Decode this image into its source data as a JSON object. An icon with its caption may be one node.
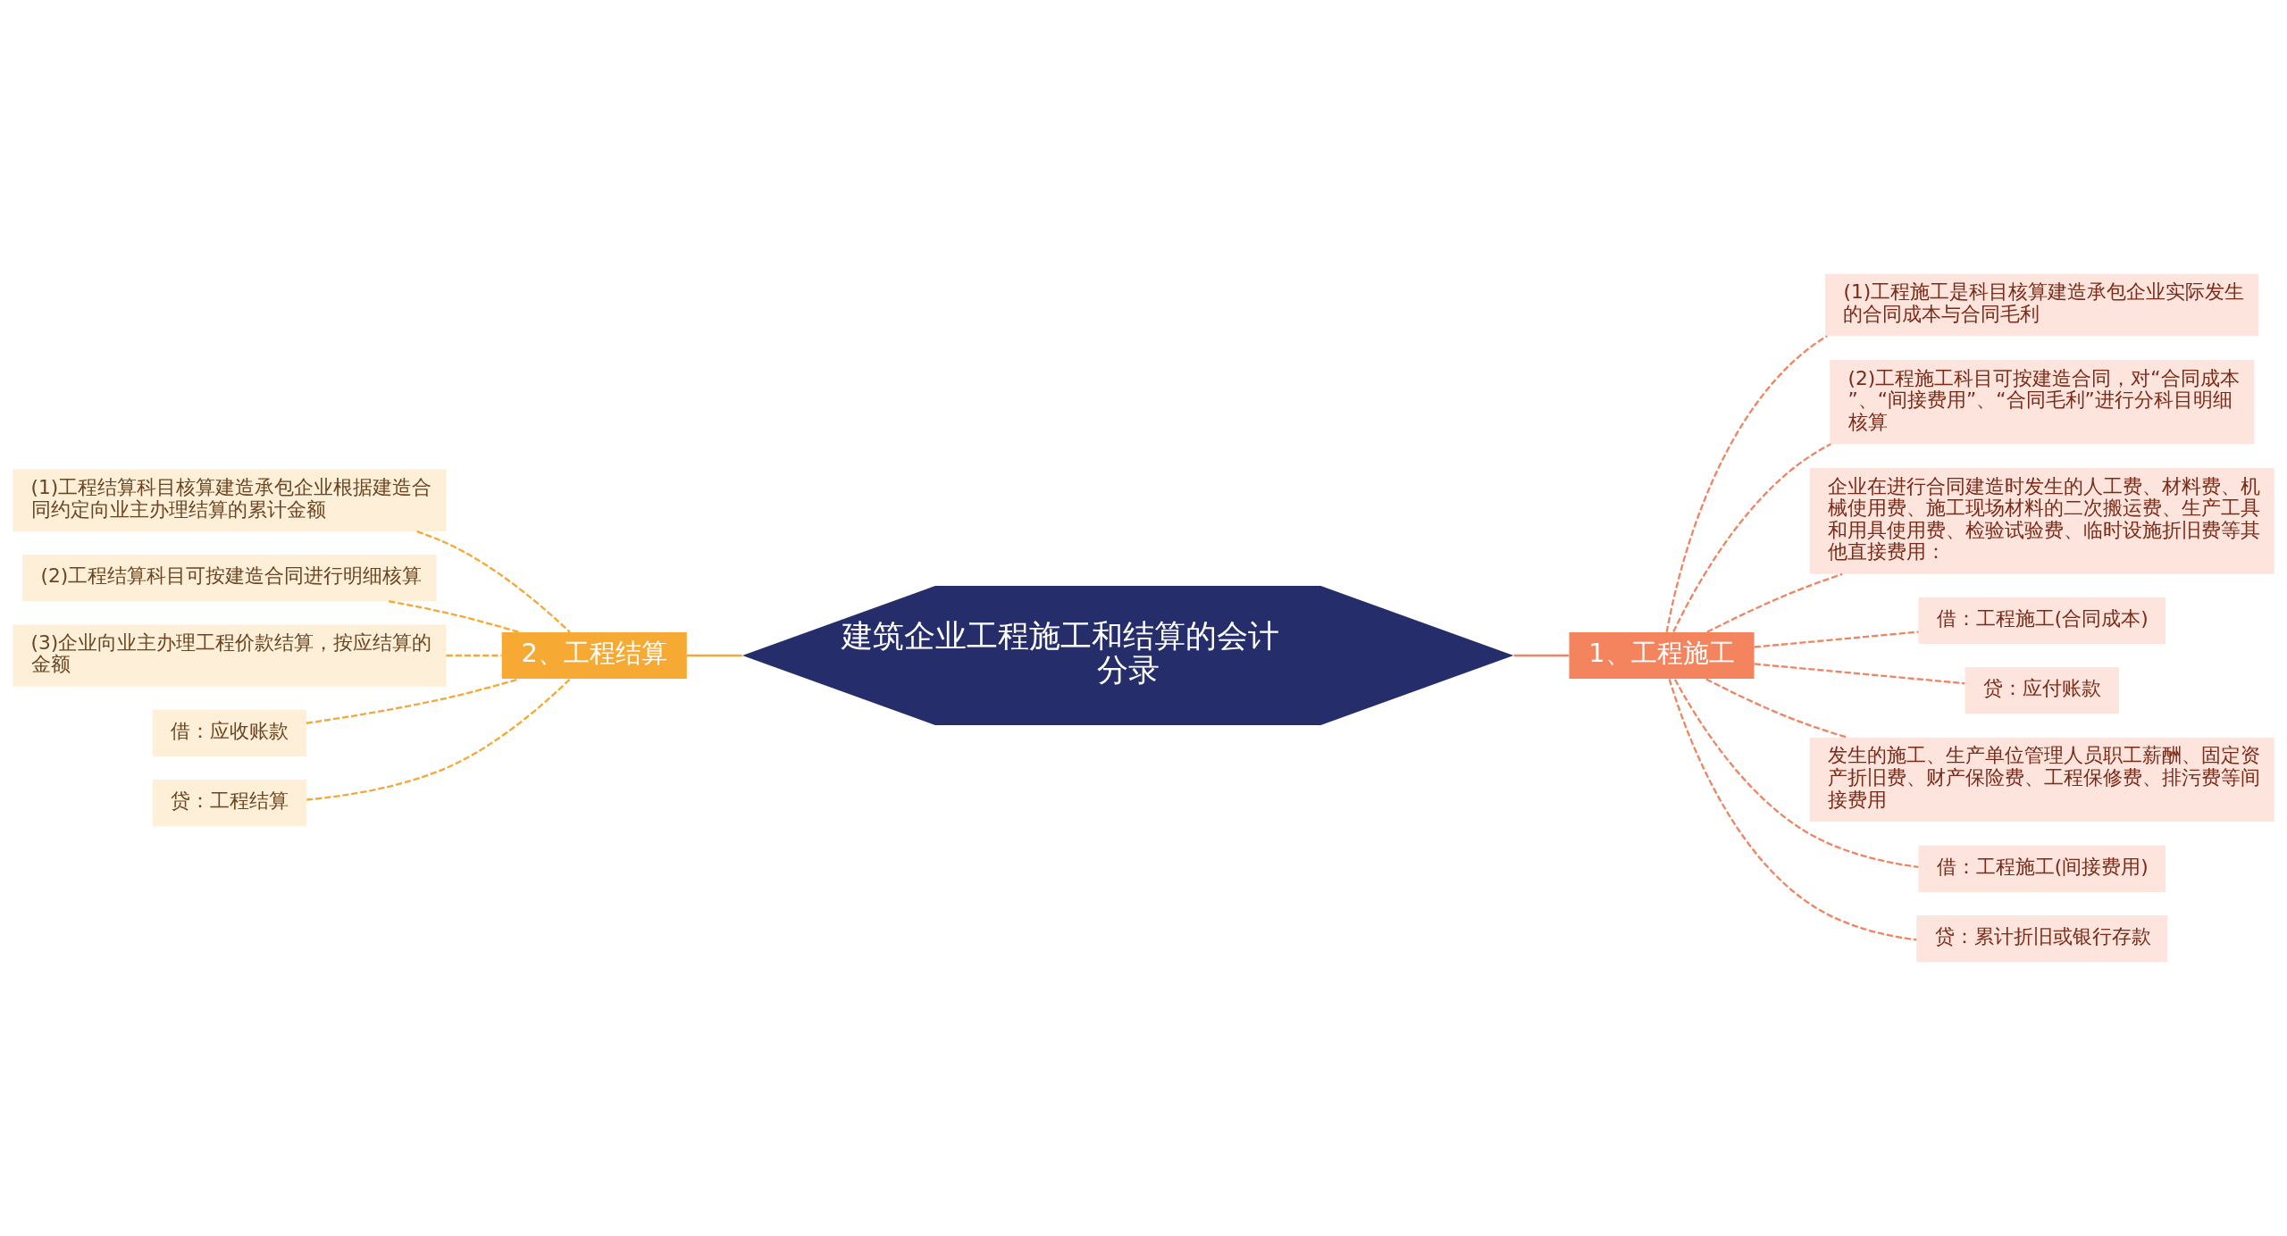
{
  "diagram": {
    "nodes": [
      {
        "text": [
          "建筑企业工程施工和结算的会计分录"
        ]
      },
      {
        "text": [
          "1、工程施工"
        ]
      },
      {
        "text": [
          "2、工程结算"
        ]
      },
      {
        "text": [
          "(1)工程施工是科目核算建造承包企业实际发生的合同成本与合同毛利"
        ]
      },
      {
        "text": [
          "(2)工程施工科目可按建造合同，对“合同成本”、“间接费用”、“合同毛利”进行分科目明细核算"
        ]
      },
      {
        "text": [
          "企业在进行合同建造时发生的人工费、材料费、机械使用费、施工现场材料的二次搬运费、生产工具和用具使用费、检验试验费、临时设施折旧费等其他直接费用："
        ]
      },
      {
        "text": [
          "借：工程施工(合同成本)"
        ]
      },
      {
        "text": [
          "贷：应付账款"
        ]
      },
      {
        "text": [
          "发生的施工、生产单位管理人员职工薪酬、固定资产折旧费、财产保险费、工程保修费、排污费等间接费用"
        ]
      },
      {
        "text": [
          "借：工程施工(间接费用)"
        ]
      },
      {
        "text": [
          "贷：累计折旧或银行存款"
        ]
      },
      {
        "text": [
          "(1)工程结算科目核算建造承包企业根据建造合同约定向业主办理结算的累计金额"
        ]
      },
      {
        "text": [
          "(2)工程结算科目可按建造合同进行明细核算"
        ]
      },
      {
        "text": [
          "(3)企业向业主办理工程价款结算，按应结算的金额"
        ]
      },
      {
        "text": [
          "借：应收账款"
        ]
      },
      {
        "text": [
          "贷：工程结算"
        ]
      }
    ],
    "edges": [
      {
        "from": 0,
        "to": 1,
        "arrow": "none",
        "color": "#f08462"
      },
      {
        "from": 0,
        "to": 2,
        "arrow": "none",
        "color": "#f5a833"
      },
      {
        "from": 1,
        "to": 3,
        "arrow": "none",
        "style": "dashed",
        "color": "#f08462"
      },
      {
        "from": 1,
        "to": 4,
        "arrow": "none",
        "style": "dashed",
        "color": "#f08462"
      },
      {
        "from": 1,
        "to": 5,
        "arrow": "none",
        "style": "dashed",
        "color": "#f08462"
      },
      {
        "from": 1,
        "to": 6,
        "arrow": "none",
        "style": "dashed",
        "color": "#f08462"
      },
      {
        "from": 1,
        "to": 7,
        "arrow": "none",
        "style": "dashed",
        "color": "#f08462"
      },
      {
        "from": 1,
        "to": 8,
        "arrow": "none",
        "style": "dashed",
        "color": "#f08462"
      },
      {
        "from": 1,
        "to": 9,
        "arrow": "none",
        "style": "dashed",
        "color": "#f08462"
      },
      {
        "from": 1,
        "to": 10,
        "arrow": "none",
        "style": "dashed",
        "color": "#f08462"
      },
      {
        "from": 2,
        "to": 11,
        "arrow": "none",
        "style": "dashed",
        "color": "#f5a833"
      },
      {
        "from": 2,
        "to": 12,
        "arrow": "none",
        "style": "dashed",
        "color": "#f5a833"
      },
      {
        "from": 2,
        "to": 13,
        "arrow": "none",
        "style": "dashed",
        "color": "#f5a833"
      },
      {
        "from": 2,
        "to": 14,
        "arrow": "none",
        "style": "dashed",
        "color": "#f5a833"
      },
      {
        "from": 2,
        "to": 15,
        "arrow": "none",
        "style": "dashed",
        "color": "#f5a833"
      }
    ]
  }
}
